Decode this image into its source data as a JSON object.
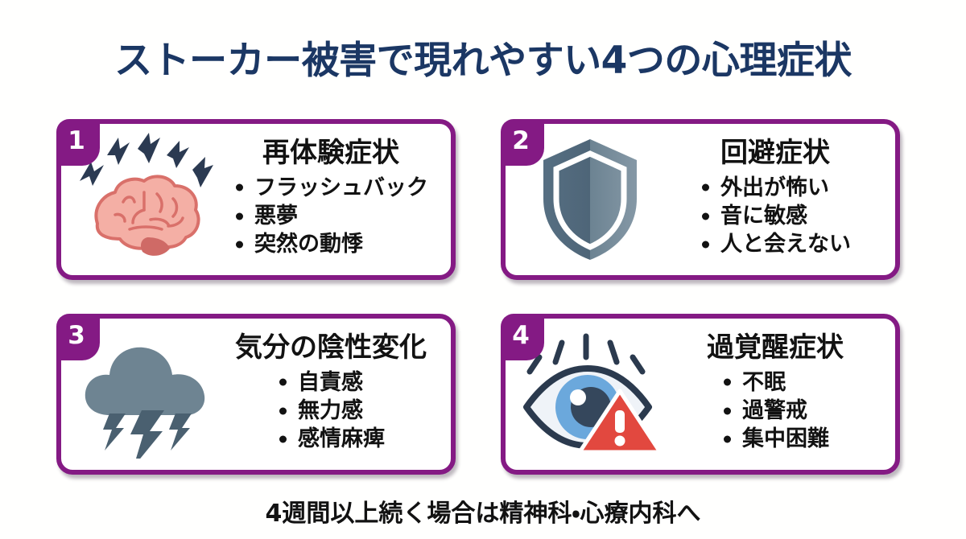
{
  "title": "ストーカー被害で現れやすい4つの心理症状",
  "footer_note": "4週間以上続く場合は精神科・心療内科へ",
  "colors": {
    "title_navy": "#1B3764",
    "card_purple": "#841A84",
    "badge_text": "#FFFFFF",
    "body_text": "#121212",
    "background": "#FFFFFE",
    "brain_pink": "#F4AFA5",
    "brain_outline": "#D9706A",
    "bolt_navy": "#2B3A52",
    "shield_dark": "#4E6578",
    "shield_light": "#7A909E",
    "cloud_grey": "#6E8492",
    "cloud_bolt": "#4A6070",
    "eye_outline": "#2B3A4E",
    "iris_blue": "#6BA8DC",
    "pupil_dark": "#2B3A4E",
    "warning_red": "#E2483F"
  },
  "cards": [
    {
      "number": "1",
      "icon": "brain-with-lightning-icon",
      "heading": "再体験症状",
      "bullets": [
        "フラッシュバック",
        "悪夢",
        "突然の動悸"
      ]
    },
    {
      "number": "2",
      "icon": "shield-icon",
      "heading": "回避症状",
      "bullets": [
        "外出が怖い",
        "音に敏感",
        "人と会えない"
      ]
    },
    {
      "number": "3",
      "icon": "storm-cloud-icon",
      "heading": "気分の陰性変化",
      "bullets": [
        "自責感",
        "無力感",
        "感情麻痺"
      ]
    },
    {
      "number": "4",
      "icon": "eye-with-warning-icon",
      "heading": "過覚醒症状",
      "bullets": [
        "不眠",
        "過警戒",
        "集中困難"
      ]
    }
  ]
}
